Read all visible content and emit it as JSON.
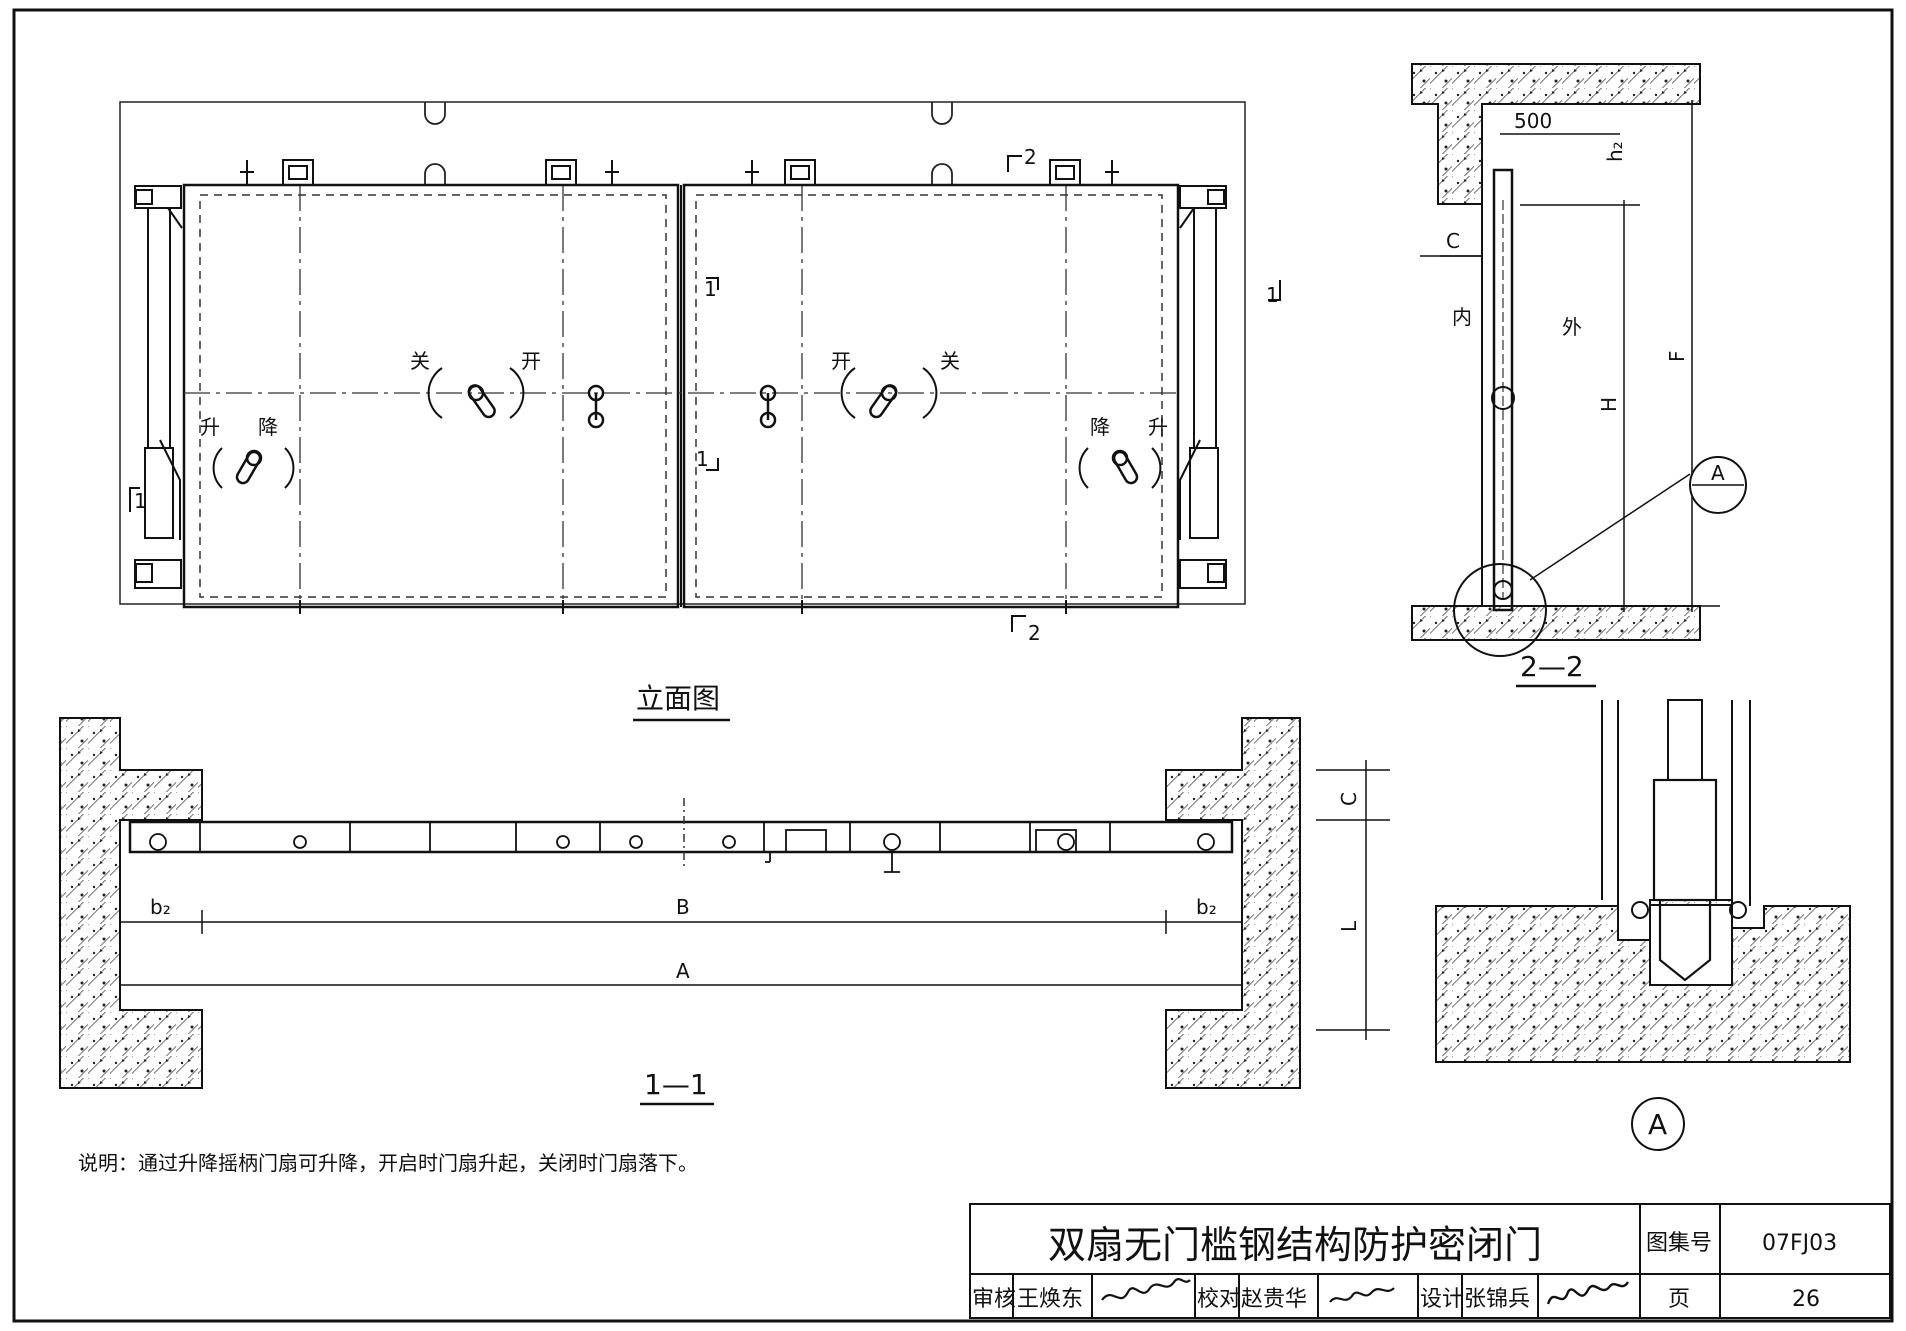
{
  "elevation": {
    "title": "立面图",
    "labels": {
      "close": "关",
      "open": "开",
      "raise": "升",
      "lower": "降"
    },
    "section_marks": {
      "s1": "1",
      "s2": "2"
    }
  },
  "section_1_1": {
    "title": "1—1",
    "dims": {
      "C": "C",
      "L": "L",
      "b2": "b₂",
      "B": "B",
      "A": "A"
    }
  },
  "section_2_2": {
    "title": "2—2",
    "dims": {
      "d500": "500",
      "h2": "h₂",
      "C": "C",
      "H": "H",
      "F": "F"
    },
    "inner": "内",
    "outer": "外",
    "detail_ref": "A"
  },
  "detail_A": {
    "title": "A"
  },
  "note": "说明：通过升降摇柄门扇可升降，开启时门扇升起，关闭时门扇落下。",
  "title_block": {
    "drawing_title": "双扇无门槛钢结构防护密闭门",
    "atlas_label": "图集号",
    "atlas_no": "07FJ03",
    "page_label": "页",
    "page_no": "26",
    "review_label": "审核",
    "reviewer": "王焕东",
    "check_label": "校对",
    "checker": "赵贵华",
    "design_label": "设计",
    "designer": "张锦兵"
  }
}
